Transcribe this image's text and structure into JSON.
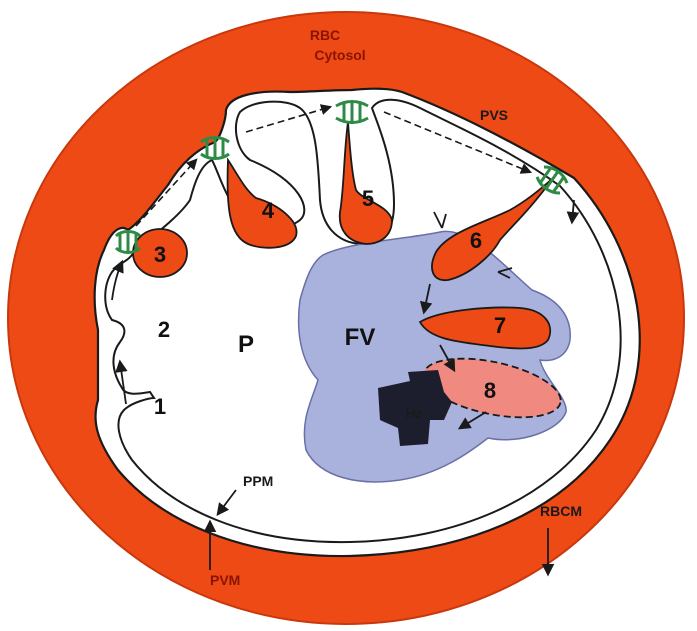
{
  "labels": {
    "rbc": "RBC",
    "cytosol": "Cytosol",
    "pvs": "PVS",
    "p": "P",
    "fv": "FV",
    "hz": "Hz",
    "ppm": "PPM",
    "pvm": "PVM",
    "rbcm": "RBCM"
  },
  "steps": [
    "1",
    "2",
    "3",
    "4",
    "5",
    "6",
    "7",
    "8"
  ],
  "colors": {
    "rbc_cytoplasm": "#ee4a15",
    "food_vacuole": "#a9b1dd",
    "hemozoin": "#1c1e2e",
    "junction": "#2e8b45",
    "digested_vesicle": "#f08a80"
  }
}
